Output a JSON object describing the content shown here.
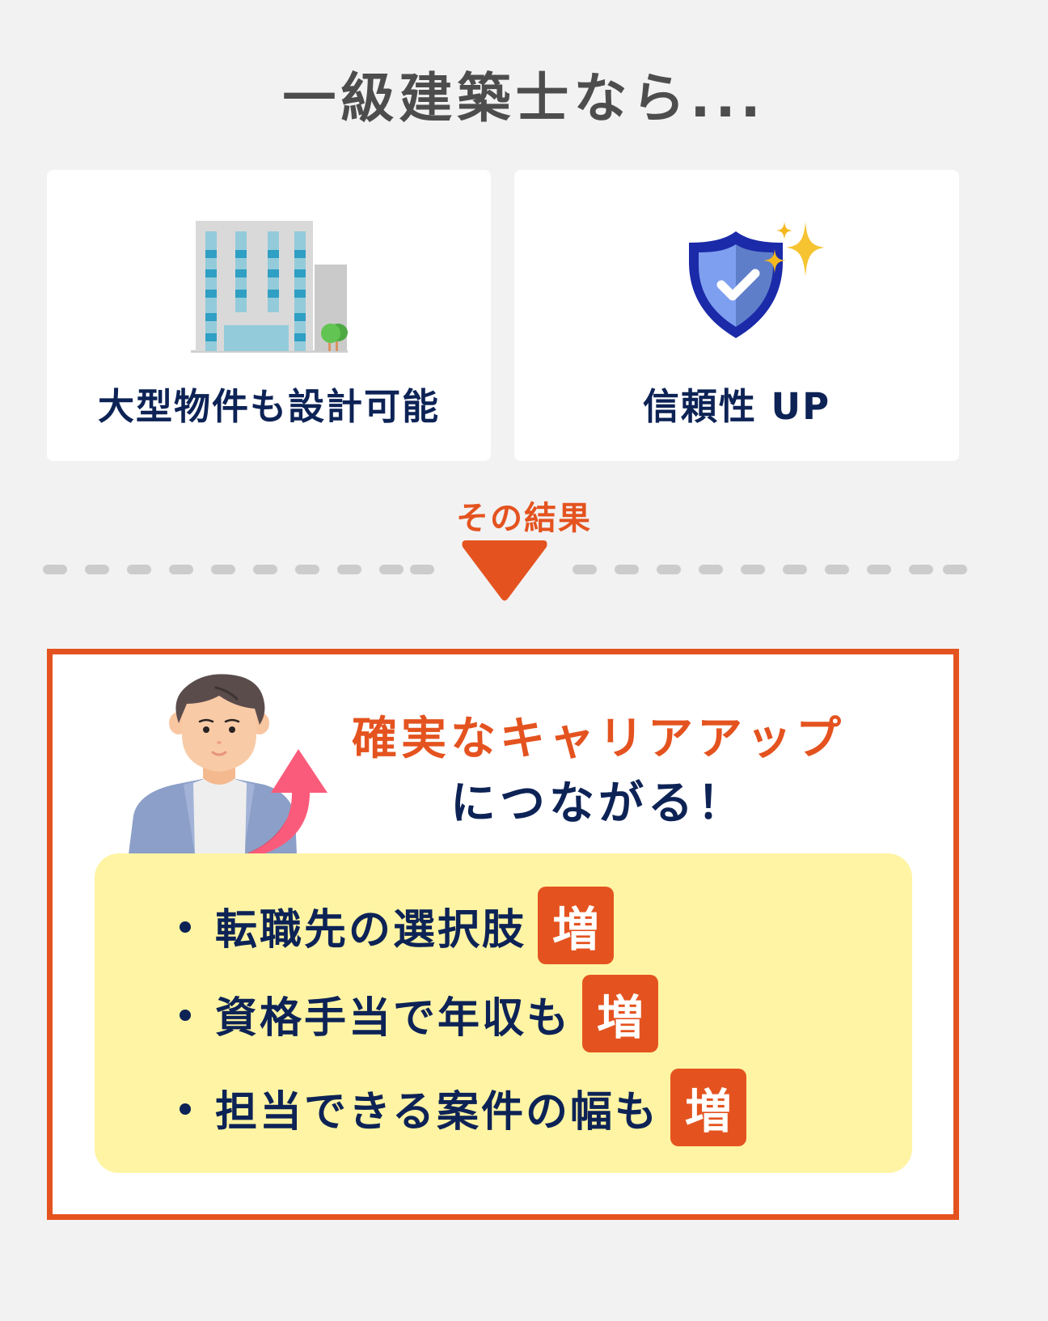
{
  "title": "一級建築士なら...",
  "cards": [
    {
      "label": "大型物件も設計可能",
      "icon": "office-building-icon"
    },
    {
      "label": "信頼性 UP",
      "icon": "shield-check-sparkle-icon"
    }
  ],
  "result_label": "その結果",
  "result": {
    "headline_line1": "確実なキャリアアップ",
    "headline_line2": "につながる！",
    "icon": "businessman-arrow-up-icon",
    "bullets": [
      {
        "text": "転職先の選択肢",
        "badge": "増"
      },
      {
        "text": "資格手当で年収も",
        "badge": "増"
      },
      {
        "text": "担当できる案件の幅も",
        "badge": "増"
      }
    ]
  },
  "colors": {
    "background": "#f2f2f2",
    "title": "#4d4d4d",
    "navy": "#0d2356",
    "accent_orange": "#e4531f",
    "panel_yellow": "#fff4a3",
    "dash_gray": "#cccccc"
  }
}
